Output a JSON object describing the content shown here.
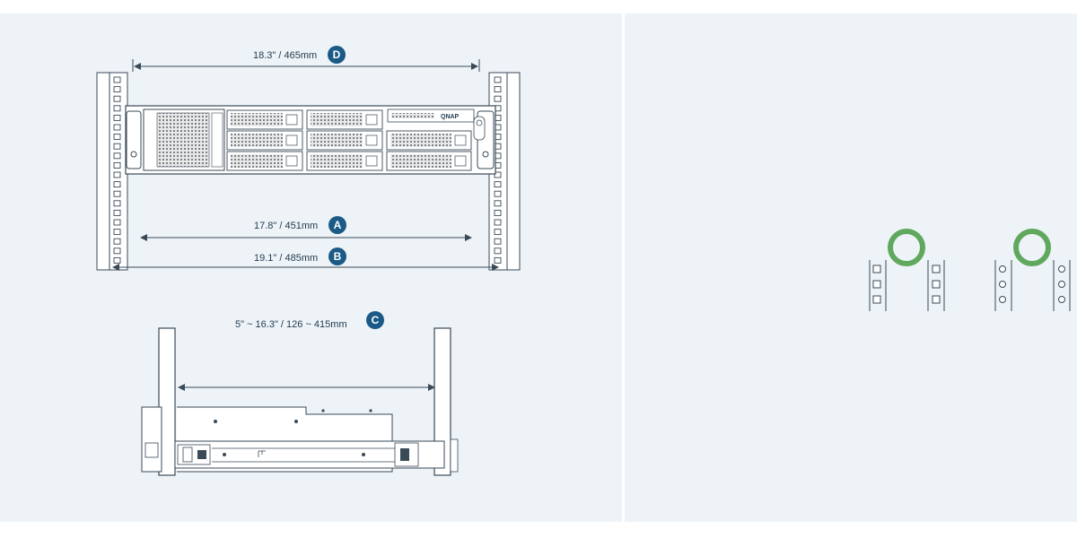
{
  "dimensions": {
    "d": {
      "text": "18.3\" / 465mm",
      "letter": "D"
    },
    "a": {
      "text": "17.8\" / 451mm",
      "letter": "A"
    },
    "b": {
      "text": "19.1\" / 485mm",
      "letter": "B"
    },
    "c": {
      "text": "5\" ~ 16.3\" / 126 ~ 415mm",
      "letter": "C"
    }
  },
  "brand_logo": "QNAP",
  "colors": {
    "panel_bg": "#eef3f7",
    "badge": "#1b5a86",
    "ring": "#5fa85e",
    "line": "#3a4a57"
  },
  "rack_hole_types": [
    "square-hole",
    "round-hole"
  ]
}
